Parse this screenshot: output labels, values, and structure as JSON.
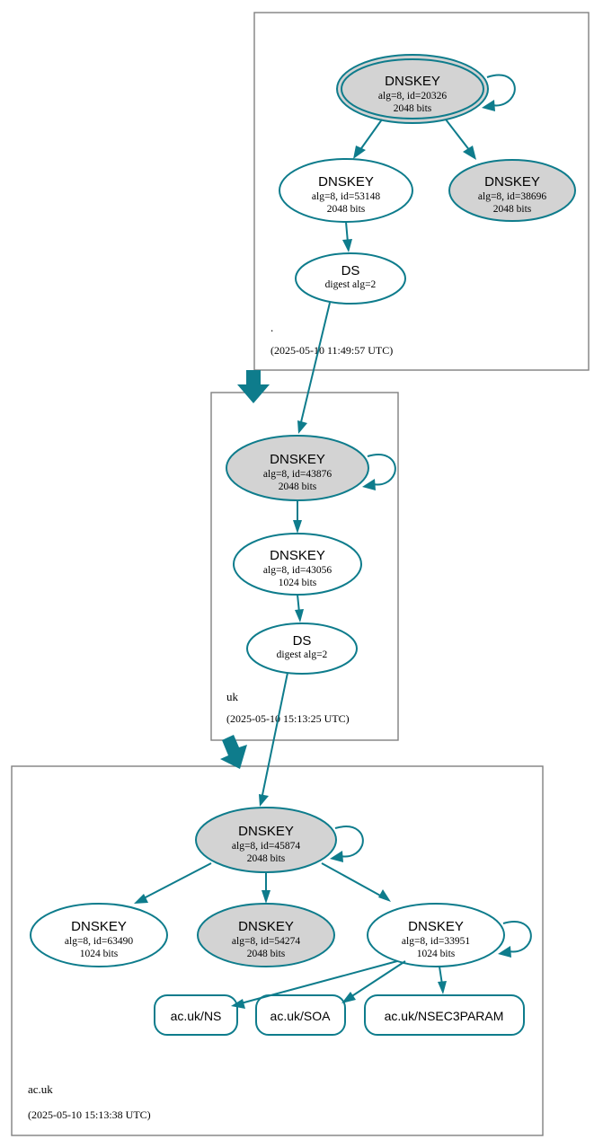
{
  "diagram": {
    "kind": "dnssec-authentication-chain",
    "colors": {
      "accent": "#0e7c8c",
      "secure_node_fill": "#d3d3d3",
      "plain_node_fill": "#ffffff",
      "cluster_border": "#808080",
      "background": "#ffffff"
    },
    "zones": [
      {
        "id": "root",
        "label": ".",
        "timestamp": "(2025-05-10 11:49:57 UTC)",
        "nodes": [
          {
            "id": "root-ksk",
            "type": "DNSKEY",
            "title": "DNSKEY",
            "line2": "alg=8, id=20326",
            "line3": "2048 bits",
            "alg": 8,
            "key_id": 20326,
            "bits": 2048,
            "fill": "gray",
            "border": "double",
            "self_signed": true
          },
          {
            "id": "root-zsk-53148",
            "type": "DNSKEY",
            "title": "DNSKEY",
            "line2": "alg=8, id=53148",
            "line3": "2048 bits",
            "alg": 8,
            "key_id": 53148,
            "bits": 2048,
            "fill": "white",
            "border": "single",
            "self_signed": false
          },
          {
            "id": "root-key-38696",
            "type": "DNSKEY",
            "title": "DNSKEY",
            "line2": "alg=8, id=38696",
            "line3": "2048 bits",
            "alg": 8,
            "key_id": 38696,
            "bits": 2048,
            "fill": "gray",
            "border": "single",
            "self_signed": false
          },
          {
            "id": "root-ds",
            "type": "DS",
            "title": "DS",
            "line2": "digest alg=2",
            "line3": "",
            "digest_alg": 2,
            "fill": "white",
            "border": "single",
            "self_signed": false
          }
        ]
      },
      {
        "id": "uk",
        "label": "uk",
        "timestamp": "(2025-05-10 15:13:25 UTC)",
        "nodes": [
          {
            "id": "uk-ksk",
            "type": "DNSKEY",
            "title": "DNSKEY",
            "line2": "alg=8, id=43876",
            "line3": "2048 bits",
            "alg": 8,
            "key_id": 43876,
            "bits": 2048,
            "fill": "gray",
            "border": "single",
            "self_signed": true
          },
          {
            "id": "uk-zsk",
            "type": "DNSKEY",
            "title": "DNSKEY",
            "line2": "alg=8, id=43056",
            "line3": "1024 bits",
            "alg": 8,
            "key_id": 43056,
            "bits": 1024,
            "fill": "white",
            "border": "single",
            "self_signed": false
          },
          {
            "id": "uk-ds",
            "type": "DS",
            "title": "DS",
            "line2": "digest alg=2",
            "line3": "",
            "digest_alg": 2,
            "fill": "white",
            "border": "single",
            "self_signed": false
          }
        ]
      },
      {
        "id": "acuk",
        "label": "ac.uk",
        "timestamp": "(2025-05-10 15:13:38 UTC)",
        "nodes": [
          {
            "id": "acuk-ksk",
            "type": "DNSKEY",
            "title": "DNSKEY",
            "line2": "alg=8, id=45874",
            "line3": "2048 bits",
            "alg": 8,
            "key_id": 45874,
            "bits": 2048,
            "fill": "gray",
            "border": "single",
            "self_signed": true
          },
          {
            "id": "acuk-key-63490",
            "type": "DNSKEY",
            "title": "DNSKEY",
            "line2": "alg=8, id=63490",
            "line3": "1024 bits",
            "alg": 8,
            "key_id": 63490,
            "bits": 1024,
            "fill": "white",
            "border": "single",
            "self_signed": false
          },
          {
            "id": "acuk-key-54274",
            "type": "DNSKEY",
            "title": "DNSKEY",
            "line2": "alg=8, id=54274",
            "line3": "2048 bits",
            "alg": 8,
            "key_id": 54274,
            "bits": 2048,
            "fill": "gray",
            "border": "single",
            "self_signed": false
          },
          {
            "id": "acuk-key-33951",
            "type": "DNSKEY",
            "title": "DNSKEY",
            "line2": "alg=8, id=33951",
            "line3": "1024 bits",
            "alg": 8,
            "key_id": 33951,
            "bits": 1024,
            "fill": "white",
            "border": "single",
            "self_signed": true
          }
        ],
        "rrsets": [
          {
            "id": "rr-ns",
            "label": "ac.uk/NS"
          },
          {
            "id": "rr-soa",
            "label": "ac.uk/SOA"
          },
          {
            "id": "rr-nsec3param",
            "label": "ac.uk/NSEC3PARAM"
          }
        ]
      }
    ],
    "edges": [
      {
        "from": "root-ksk",
        "to": "root-ksk",
        "kind": "self-sign"
      },
      {
        "from": "root-ksk",
        "to": "root-zsk-53148",
        "kind": "sign"
      },
      {
        "from": "root-ksk",
        "to": "root-key-38696",
        "kind": "sign"
      },
      {
        "from": "root-zsk-53148",
        "to": "root-ds",
        "kind": "sign"
      },
      {
        "from": "root-ds",
        "to": "uk-ksk",
        "kind": "delegation"
      },
      {
        "from": "uk-ksk",
        "to": "uk-ksk",
        "kind": "self-sign"
      },
      {
        "from": "uk-ksk",
        "to": "uk-zsk",
        "kind": "sign"
      },
      {
        "from": "uk-zsk",
        "to": "uk-ds",
        "kind": "sign"
      },
      {
        "from": "uk-ds",
        "to": "acuk-ksk",
        "kind": "delegation"
      },
      {
        "from": "acuk-ksk",
        "to": "acuk-ksk",
        "kind": "self-sign"
      },
      {
        "from": "acuk-ksk",
        "to": "acuk-key-63490",
        "kind": "sign"
      },
      {
        "from": "acuk-ksk",
        "to": "acuk-key-54274",
        "kind": "sign"
      },
      {
        "from": "acuk-ksk",
        "to": "acuk-key-33951",
        "kind": "sign"
      },
      {
        "from": "acuk-key-33951",
        "to": "acuk-key-33951",
        "kind": "self-sign"
      },
      {
        "from": "acuk-key-33951",
        "to": "rr-ns",
        "kind": "sign"
      },
      {
        "from": "acuk-key-33951",
        "to": "rr-soa",
        "kind": "sign"
      },
      {
        "from": "acuk-key-33951",
        "to": "rr-nsec3param",
        "kind": "sign"
      },
      {
        "from": "root",
        "to": "uk",
        "kind": "zone-delegation-thick"
      },
      {
        "from": "uk",
        "to": "acuk",
        "kind": "zone-delegation-thick"
      }
    ]
  }
}
